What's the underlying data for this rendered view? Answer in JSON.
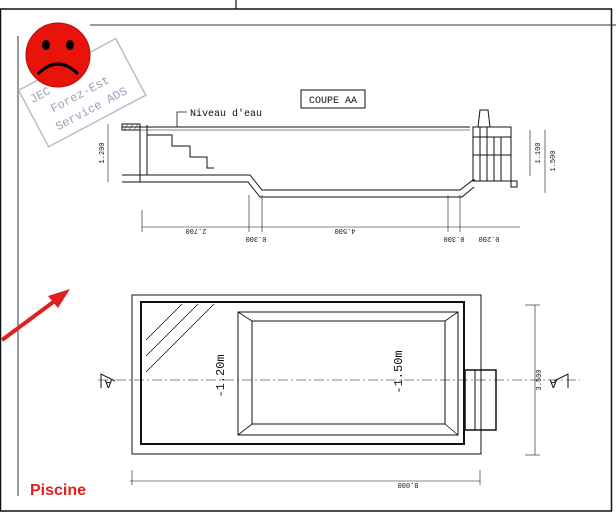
{
  "section_title": "COUPE AA",
  "water_level_label": "Niveau d'eau",
  "stamp": {
    "lines": [
      "JEC",
      "Forez-Est",
      "Service ADS"
    ]
  },
  "elevation_dims": {
    "left_height": "1.200",
    "right_height_1": "1.100",
    "right_height_2": "1.500",
    "bottom_1": "2.700",
    "bottom_2": "0.300",
    "bottom_3": "4.500",
    "bottom_4": "0.300",
    "bottom_5": "0.200"
  },
  "plan": {
    "depth_shallow": "-1.20m",
    "depth_deep": "-1.50m",
    "section_mark_left": "A",
    "section_mark_right": "A",
    "width_dim": "3.500",
    "length_dim": "8.000"
  },
  "caption": "Piscine",
  "colors": {
    "caption": "#e02020",
    "smiley_face": "#e8140c",
    "arrow": "#e02020",
    "stamp": "#9aa0b8",
    "line": "#1a1a1a"
  },
  "icons": {
    "smiley": "sad-face-icon",
    "arrow": "red-arrow-icon"
  }
}
